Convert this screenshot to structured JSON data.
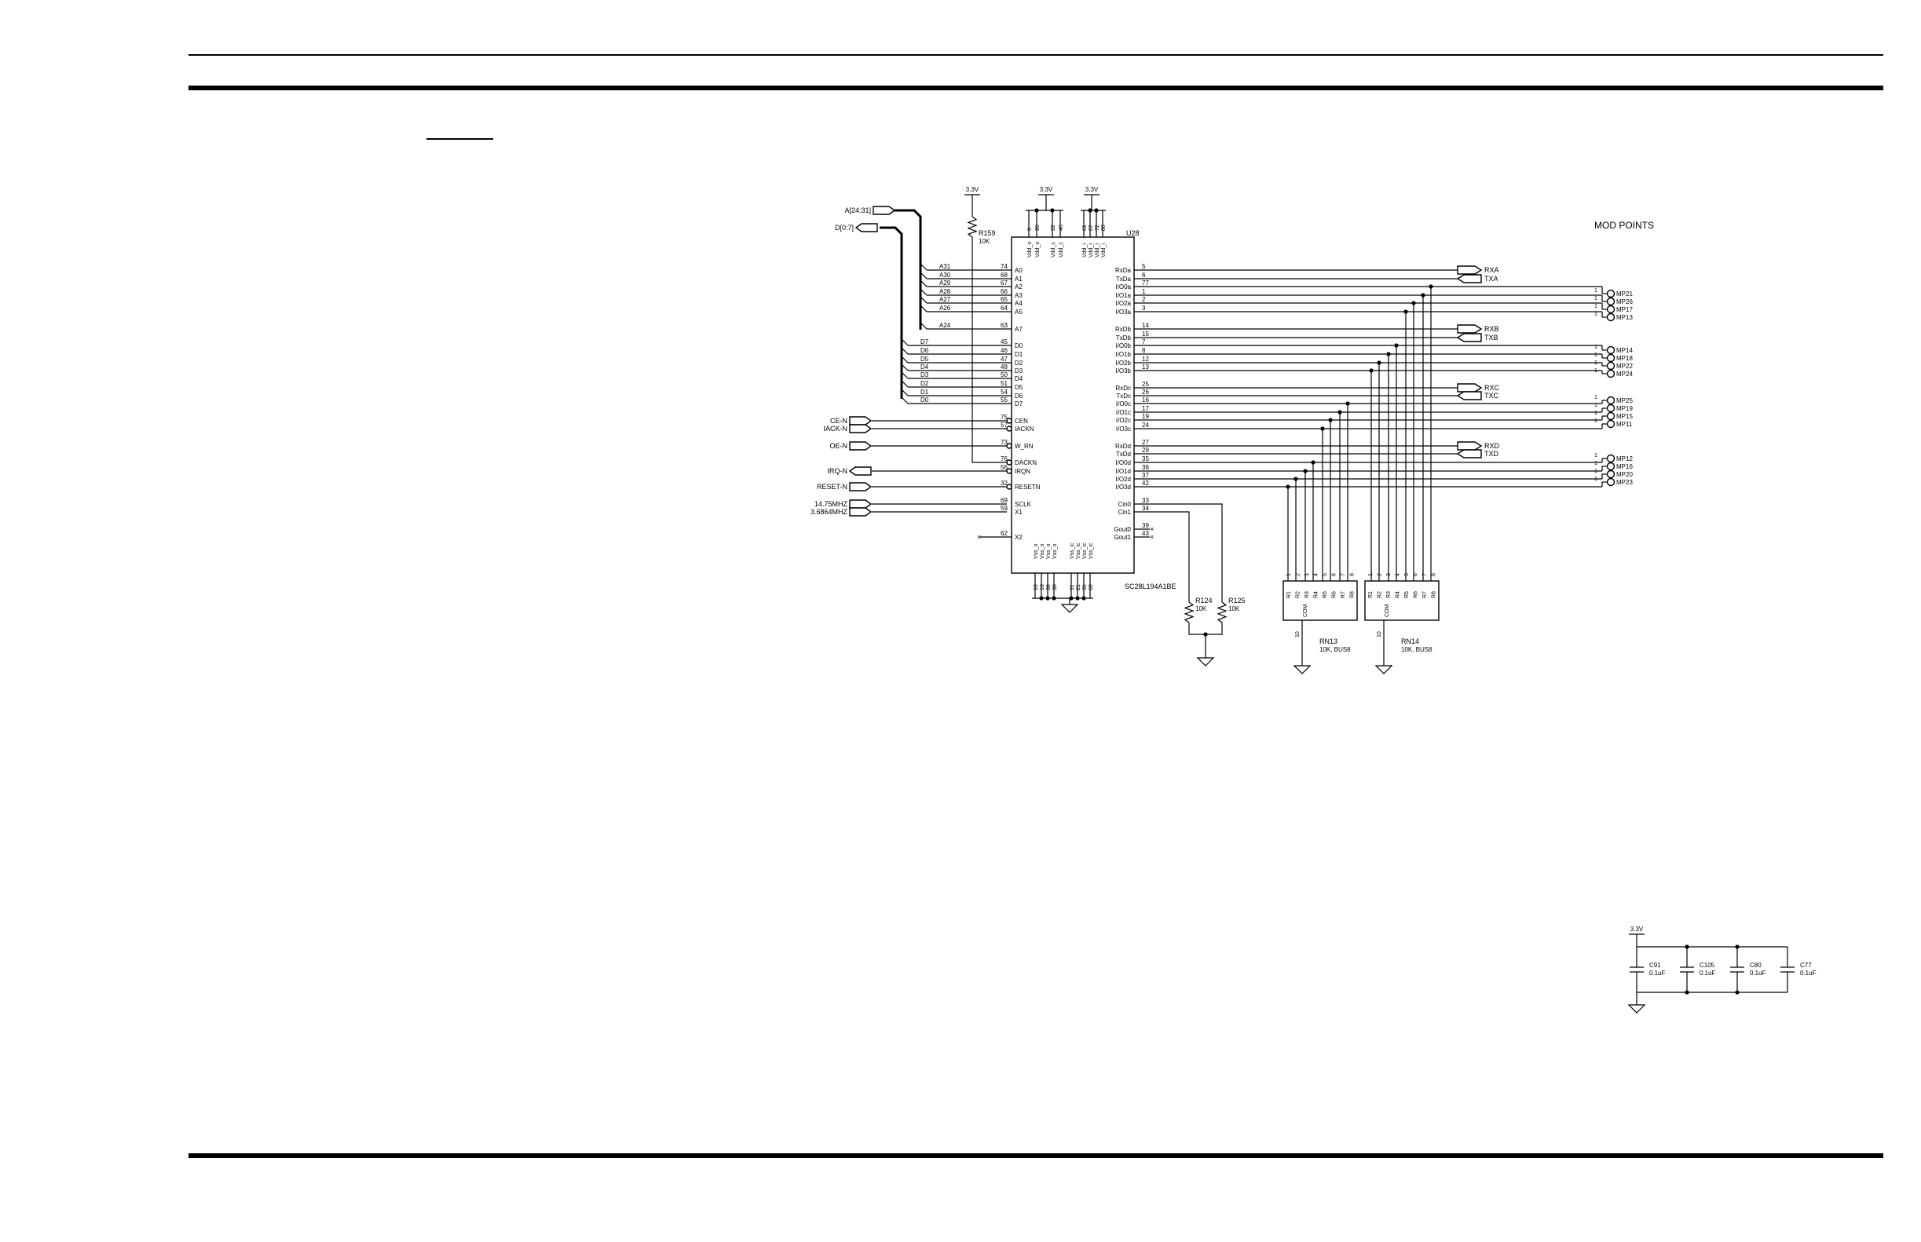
{
  "chip": {
    "ref": "U28",
    "part": "SC28L194A1BE",
    "supply": [
      "3.3V",
      "3.3V",
      "3.3V"
    ],
    "top_pins": [
      {
        "num": "9",
        "name": "Vdd_o"
      },
      {
        "num": "28",
        "name": "Vdd_o"
      },
      {
        "num": "22",
        "name": "Vdd_c"
      },
      {
        "num": "46",
        "name": "Vdd_c"
      },
      {
        "num": "61",
        "name": "Vdd_i"
      },
      {
        "num": "67",
        "name": "Vdd_i"
      },
      {
        "num": "72",
        "name": "Vdd_i"
      },
      {
        "num": "80",
        "name": "Vdd_i"
      }
    ],
    "bottom_pins": [
      {
        "num": "10",
        "name": "Vss_o"
      },
      {
        "num": "18",
        "name": "Vss_o"
      },
      {
        "num": "30",
        "name": "Vss_o"
      },
      {
        "num": "38",
        "name": "Vss_o"
      },
      {
        "num": "11",
        "name": "Vss_ic"
      },
      {
        "num": "21",
        "name": "Vss_ic"
      },
      {
        "num": "31",
        "name": "Vss_ic"
      },
      {
        "num": "60",
        "name": "Vss_ic"
      }
    ],
    "left_pins": [
      {
        "net": "A31",
        "num": "74",
        "name": "A0"
      },
      {
        "net": "A30",
        "num": "68",
        "name": "A1"
      },
      {
        "net": "A29",
        "num": "67",
        "name": "A2"
      },
      {
        "net": "A28",
        "num": "66",
        "name": "A3"
      },
      {
        "net": "A27",
        "num": "65",
        "name": "A4"
      },
      {
        "net": "A26",
        "num": "64",
        "name": "A5"
      },
      {
        "net": "A24",
        "num": "63",
        "name": "A7"
      },
      {
        "net": "D7",
        "num": "45",
        "name": "D0"
      },
      {
        "net": "D6",
        "num": "46",
        "name": "D1"
      },
      {
        "net": "D5",
        "num": "47",
        "name": "D2"
      },
      {
        "net": "D4",
        "num": "48",
        "name": "D3"
      },
      {
        "net": "D3",
        "num": "50",
        "name": "D4"
      },
      {
        "net": "D2",
        "num": "51",
        "name": "D5"
      },
      {
        "net": "D1",
        "num": "54",
        "name": "D6"
      },
      {
        "net": "D0",
        "num": "55",
        "name": "D7"
      },
      {
        "net": "",
        "num": "75",
        "name": "CEN"
      },
      {
        "net": "",
        "num": "57",
        "name": "IACKN"
      },
      {
        "net": "",
        "num": "73",
        "name": "W_RN"
      },
      {
        "net": "",
        "num": "76",
        "name": "DACKN"
      },
      {
        "net": "",
        "num": "56",
        "name": "IRQN"
      },
      {
        "net": "",
        "num": "32",
        "name": "RESETN"
      },
      {
        "net": "",
        "num": "69",
        "name": "SCLK"
      },
      {
        "net": "",
        "num": "59",
        "name": "X1"
      },
      {
        "net": "",
        "num": "62",
        "name": "X2"
      }
    ],
    "right_pins": [
      {
        "name": "RxDa",
        "num": "5"
      },
      {
        "name": "TxDa",
        "num": "6"
      },
      {
        "name": "I/O0a",
        "num": "77"
      },
      {
        "name": "I/O1a",
        "num": "1"
      },
      {
        "name": "I/O2a",
        "num": "2"
      },
      {
        "name": "I/O3a",
        "num": "3"
      },
      {
        "name": "RxDb",
        "num": "14"
      },
      {
        "name": "TxDb",
        "num": "15"
      },
      {
        "name": "I/O0b",
        "num": "7"
      },
      {
        "name": "I/O1b",
        "num": "8"
      },
      {
        "name": "I/O2b",
        "num": "12"
      },
      {
        "name": "I/O3b",
        "num": "13"
      },
      {
        "name": "RxDc",
        "num": "25"
      },
      {
        "name": "TxDc",
        "num": "26"
      },
      {
        "name": "I/O0c",
        "num": "16"
      },
      {
        "name": "I/O1c",
        "num": "17"
      },
      {
        "name": "I/O2c",
        "num": "19"
      },
      {
        "name": "I/O3c",
        "num": "24"
      },
      {
        "name": "RxDd",
        "num": "27"
      },
      {
        "name": "TxDd",
        "num": "29"
      },
      {
        "name": "I/O0d",
        "num": "35"
      },
      {
        "name": "I/O1d",
        "num": "36"
      },
      {
        "name": "I/O2d",
        "num": "37"
      },
      {
        "name": "I/O3d",
        "num": "42"
      },
      {
        "name": "Cin0",
        "num": "33"
      },
      {
        "name": "Cin1",
        "num": "34"
      },
      {
        "name": "Gout0",
        "num": "39"
      },
      {
        "name": "Gout1",
        "num": "43"
      }
    ]
  },
  "bus_ports": [
    {
      "label": "A[24:31]"
    },
    {
      "label": "D[0:7]"
    }
  ],
  "ctrl_ports": [
    {
      "label": "CE-N"
    },
    {
      "label": "IACK-N"
    },
    {
      "label": "OE-N"
    },
    {
      "label": "IRQ-N"
    },
    {
      "label": "RESET-N"
    },
    {
      "label": "14.75MHZ"
    },
    {
      "label": "3.6864MHZ"
    }
  ],
  "pullup": {
    "ref": "R159",
    "value": "10K",
    "supply": "3.3V"
  },
  "cin_resistors": [
    {
      "ref": "R124",
      "value": "10K"
    },
    {
      "ref": "R125",
      "value": "10K"
    }
  ],
  "serial_ports": [
    {
      "rx": "RXA",
      "tx": "TXA"
    },
    {
      "rx": "RXB",
      "tx": "TXB"
    },
    {
      "rx": "RXC",
      "tx": "TXC"
    },
    {
      "rx": "RXD",
      "tx": "TXD"
    }
  ],
  "mod_points": {
    "title": "MOD POINTS",
    "pin_num": "1",
    "labels": [
      "MP21",
      "MP26",
      "MP17",
      "MP13",
      "MP14",
      "MP18",
      "MP22",
      "MP24",
      "MP25",
      "MP19",
      "MP15",
      "MP11",
      "MP12",
      "MP16",
      "MP20",
      "MP23"
    ]
  },
  "resistor_networks": [
    {
      "ref": "RN13",
      "value": "10K, BUS8",
      "com_pin": "10",
      "com": "COM",
      "resistors": [
        "R1",
        "R2",
        "R3",
        "R4",
        "R5",
        "R6",
        "R7",
        "R8"
      ],
      "pins": [
        "1",
        "2",
        "3",
        "4",
        "5",
        "6",
        "7",
        "8"
      ]
    },
    {
      "ref": "RN14",
      "value": "10K, BUS8",
      "com_pin": "10",
      "com": "COM",
      "resistors": [
        "R1",
        "R2",
        "R3",
        "R4",
        "R5",
        "R6",
        "R7",
        "R8"
      ],
      "pins": [
        "1",
        "2",
        "3",
        "4",
        "5",
        "6",
        "7",
        "8"
      ]
    }
  ],
  "decoupling": {
    "supply": "3.3V",
    "caps": [
      {
        "ref": "C91",
        "value": "0.1uF"
      },
      {
        "ref": "C105",
        "value": "0.1uF"
      },
      {
        "ref": "C80",
        "value": "0.1uF"
      },
      {
        "ref": "C77",
        "value": "0.1uF"
      }
    ]
  }
}
